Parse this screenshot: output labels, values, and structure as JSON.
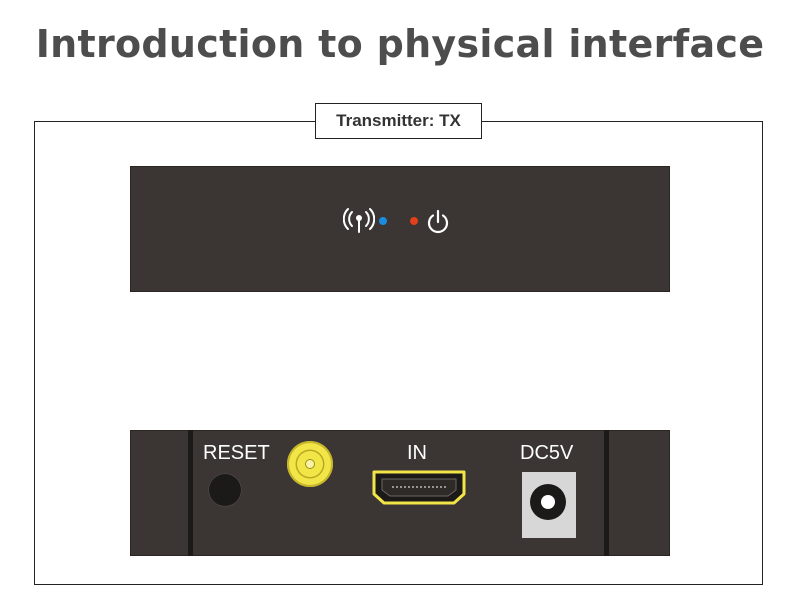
{
  "title": "Introduction to physical interface",
  "section_label": "Transmitter: TX",
  "front_panel": {
    "icons": [
      "wifi-signal-icon",
      "power-icon"
    ],
    "led_colors": {
      "signal": "#1b8de0",
      "power": "#e2401c"
    }
  },
  "rear_panel": {
    "reset_label": "RESET",
    "hdmi_label": "IN",
    "dc_label": "DC5V",
    "connector_color": "#f1e548"
  },
  "colors": {
    "title": "#4d4d4d",
    "panel": "#3b3633",
    "frame": "#222222"
  }
}
